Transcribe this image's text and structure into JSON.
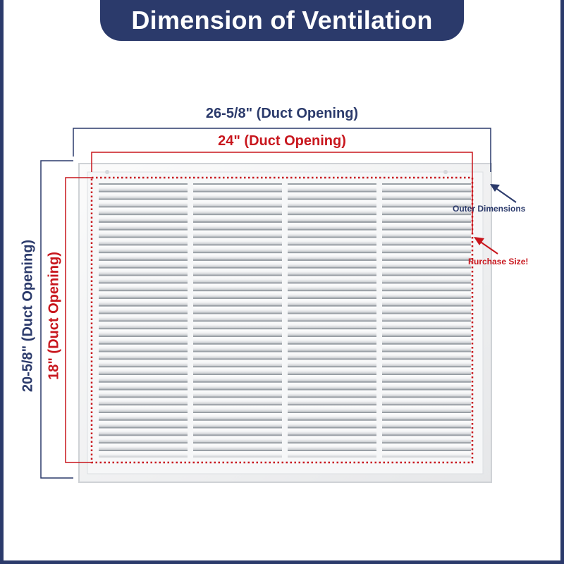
{
  "title": "Dimension of Ventilation",
  "labels": {
    "outer_width": "26-5/8\" (Duct Opening)",
    "duct_width": "24\" (Duct Opening)",
    "outer_height": "20-5/8\" (Duct Opening)",
    "duct_height": "18\" (Duct Opening)",
    "outer_dimensions": "Outer Dimensions",
    "purchase_size": "Purchase Size!"
  },
  "colors": {
    "navy": "#2b3a6b",
    "red": "#c8161d",
    "grille": "#ffffff"
  }
}
